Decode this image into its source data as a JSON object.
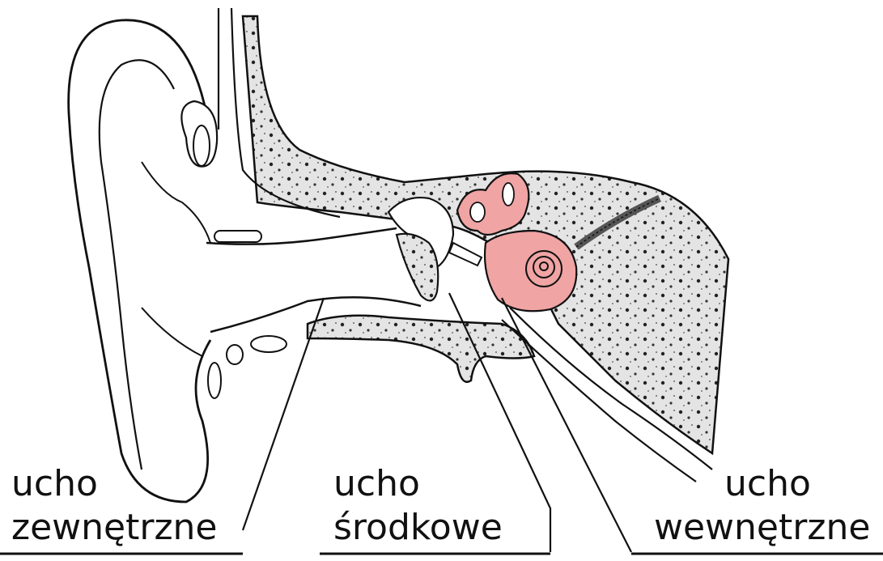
{
  "diagram": {
    "labels": {
      "outer": {
        "line1": "ucho",
        "line2": "zewnętrzne"
      },
      "middle": {
        "line1": "ucho",
        "line2": "środkowe"
      },
      "inner": {
        "line1": "ucho",
        "line2": "wewnętrzne"
      }
    },
    "colors": {
      "ink": "#111111",
      "bone": "#d9d9d9",
      "inner_ear": "#f0a4a4",
      "background": "#ffffff"
    }
  }
}
